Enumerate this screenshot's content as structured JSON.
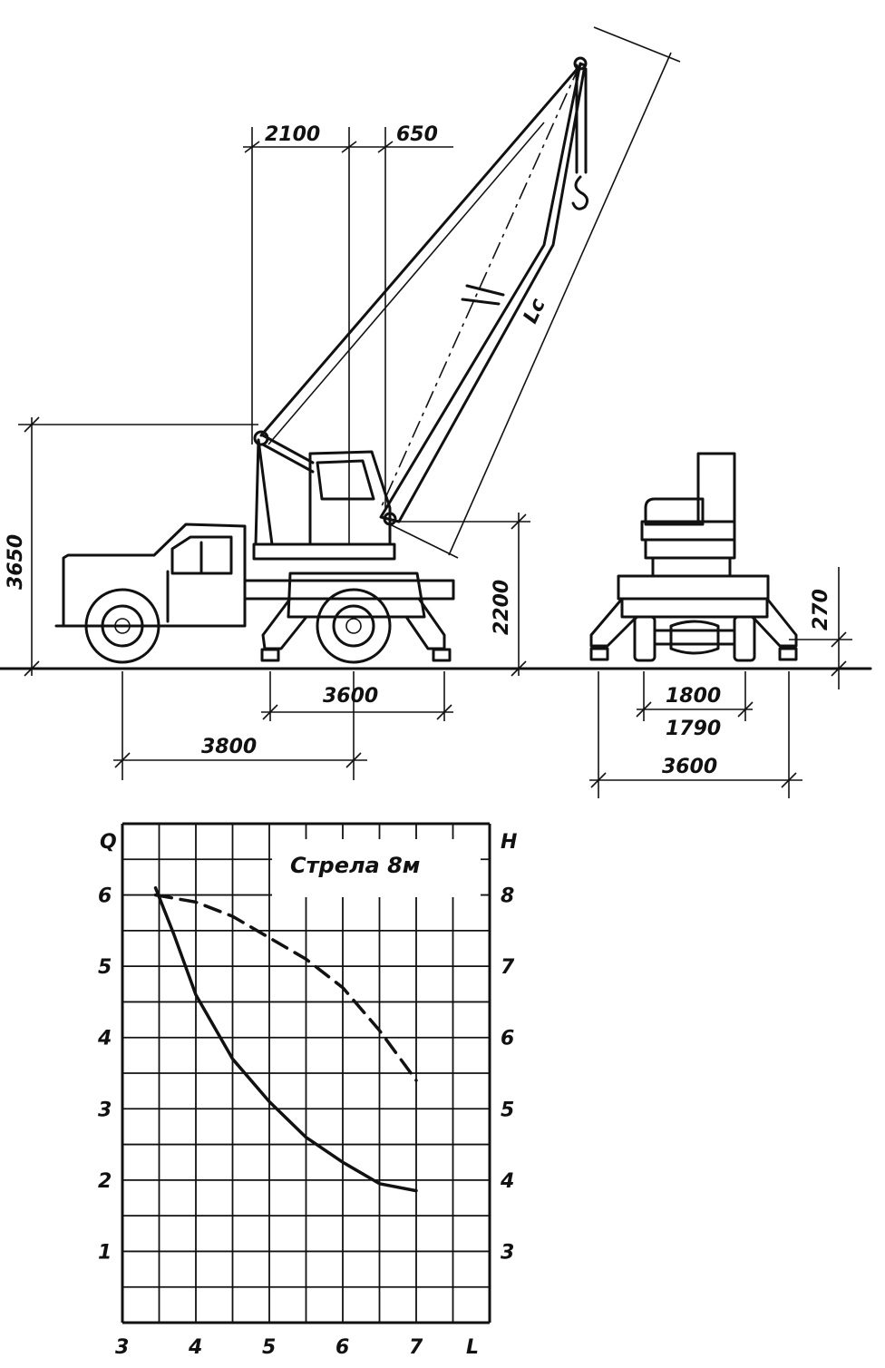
{
  "drawing": {
    "dimensions": {
      "d2100": "2100",
      "d650": "650",
      "d3650": "3650",
      "d2200": "2200",
      "d3600_side": "3600",
      "d3800": "3800",
      "d270": "270",
      "d1800": "1800",
      "d1790": "1790",
      "d3600_rear": "3600",
      "lc": "Lc"
    }
  },
  "chart_data": {
    "type": "line",
    "title": "Стрела 8м",
    "left_axis_label": "Q",
    "right_axis_label": "H",
    "x_axis_label": "L",
    "x_ticks": [
      "3",
      "4",
      "5",
      "6",
      "7"
    ],
    "left_ticks": [
      "1",
      "2",
      "3",
      "4",
      "5",
      "6"
    ],
    "right_ticks": [
      "3",
      "4",
      "5",
      "6",
      "7",
      "8"
    ],
    "xlim": [
      3,
      8
    ],
    "q_lim": [
      0,
      7
    ],
    "h_lim": [
      2,
      9
    ],
    "grid": true,
    "series": [
      {
        "axis": "left",
        "style": "solid",
        "x": [
          3.45,
          3.7,
          4.0,
          4.5,
          5.0,
          5.5,
          6.0,
          6.5,
          7.0
        ],
        "y": [
          6.1,
          5.45,
          4.6,
          3.7,
          3.1,
          2.6,
          2.25,
          1.95,
          1.85
        ]
      },
      {
        "axis": "right",
        "style": "dashed",
        "x": [
          3.45,
          4.0,
          4.5,
          5.0,
          5.5,
          6.0,
          6.5,
          7.0
        ],
        "y": [
          8.0,
          7.9,
          7.7,
          7.4,
          7.1,
          6.7,
          6.1,
          5.4
        ]
      }
    ]
  }
}
